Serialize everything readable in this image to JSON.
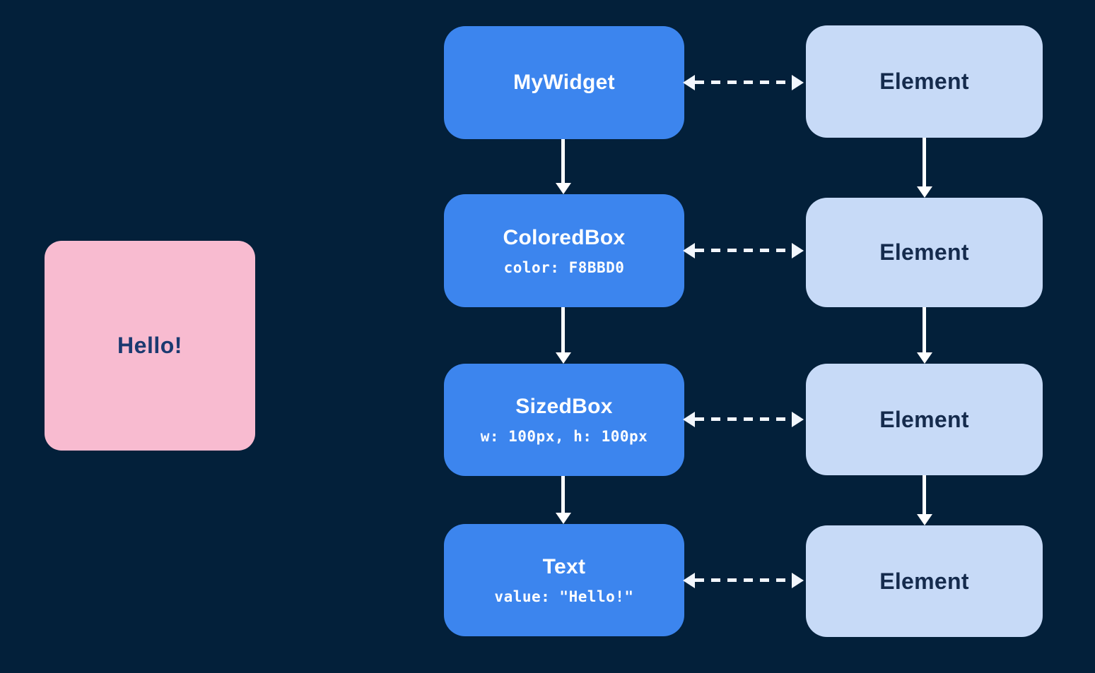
{
  "colors": {
    "background": "#03203A",
    "widget_node": "#3C85EE",
    "element_node": "#C7DAF7",
    "pink_box": "#F8BBD0",
    "pink_box_text": "#1B3A70",
    "element_text": "#152B4D",
    "arrow": "#FFFFFF"
  },
  "preview": {
    "label": "Hello!"
  },
  "widget_tree": [
    {
      "title": "MyWidget",
      "detail": ""
    },
    {
      "title": "ColoredBox",
      "detail": "color: F8BBD0"
    },
    {
      "title": "SizedBox",
      "detail": "w: 100px, h: 100px"
    },
    {
      "title": "Text",
      "detail": "value: \"Hello!\""
    }
  ],
  "element_tree": [
    {
      "title": "Element"
    },
    {
      "title": "Element"
    },
    {
      "title": "Element"
    },
    {
      "title": "Element"
    }
  ]
}
